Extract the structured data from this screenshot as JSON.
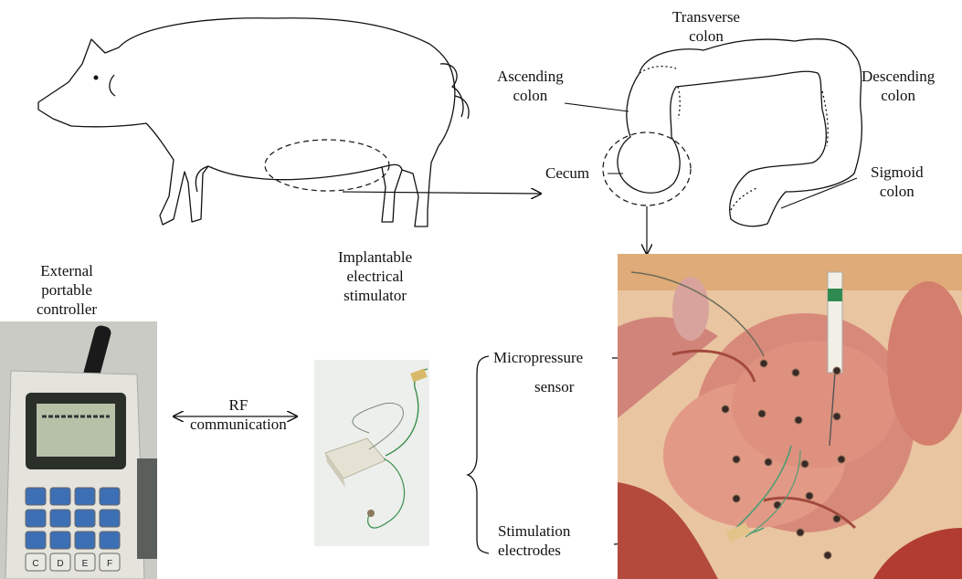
{
  "labels": {
    "transverse": [
      "Transverse",
      "colon"
    ],
    "ascending": [
      "Ascending",
      "colon"
    ],
    "descending": [
      "Descending",
      "colon"
    ],
    "cecum": "Cecum",
    "sigmoid": [
      "Sigmoid",
      "colon"
    ],
    "stimulator": [
      "Implantable",
      "electrical",
      "stimulator"
    ],
    "controller": [
      "External",
      "portable",
      "controller"
    ],
    "rf": [
      "RF",
      "communication"
    ],
    "micropressure": "Micropressure",
    "sensor": "sensor",
    "electrodes": [
      "Stimulation",
      "electrodes"
    ]
  },
  "keypad": [
    "",
    "",
    "",
    "",
    "",
    "",
    "",
    "",
    "",
    "",
    "",
    "",
    "C",
    "D",
    "E",
    "F"
  ],
  "colors": {
    "line": "#111111",
    "device_body": "#d9d9d2",
    "device_screen": "#3b4a3c",
    "key_blue": "#3d6fb5",
    "tissue": "#d88a7a",
    "tissue_dark": "#a7463b"
  }
}
